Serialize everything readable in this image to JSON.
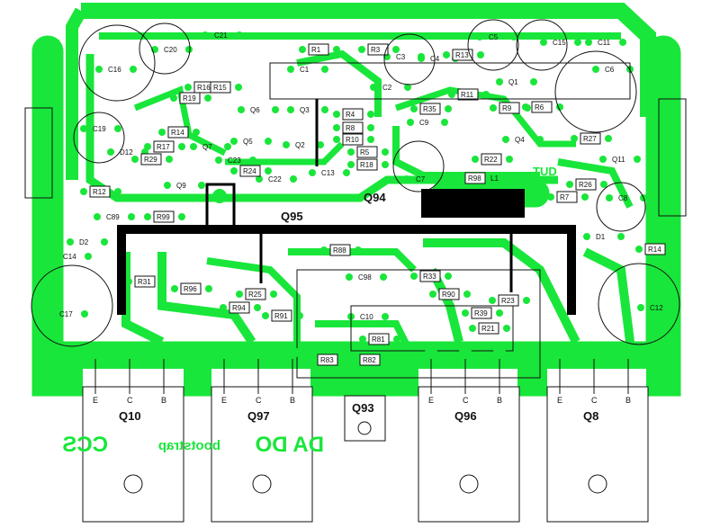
{
  "colors": {
    "copper": "#19e63a",
    "outline": "#111111",
    "jumper": "#000000",
    "background": "#ffffff"
  },
  "power_labels": {
    "minus": "-",
    "plus": "+"
  },
  "components": [
    "C16",
    "C20",
    "C21",
    "C1",
    "R1",
    "R3",
    "C3",
    "C4",
    "C2",
    "R13",
    "C5",
    "C15",
    "C11",
    "C6",
    "R16",
    "R15",
    "R19",
    "Q6",
    "Q3",
    "R4",
    "R8",
    "R10",
    "R5",
    "R18",
    "R35",
    "C9",
    "R11",
    "Q1",
    "R9",
    "R6",
    "Q4",
    "R22",
    "C7",
    "R27",
    "Q11",
    "R26",
    "C8",
    "R7",
    "R98",
    "L1",
    "C19",
    "D12",
    "R17",
    "R14",
    "R29",
    "Q7",
    "Q5",
    "Q2",
    "C23",
    "R24",
    "C22",
    "C13",
    "Q9",
    "R12",
    "C89",
    "R99",
    "D2",
    "C14",
    "D1",
    "R14",
    "C17",
    "C12",
    "R31",
    "R96",
    "R25",
    "R94",
    "R91",
    "R88",
    "C98",
    "C10",
    "R33",
    "R90",
    "R23",
    "R39",
    "R21",
    "R81",
    "R82",
    "R83"
  ],
  "pin_letters": {
    "c": "C",
    "b": "B",
    "e": "E"
  },
  "transistors": {
    "q94": "Q94",
    "q95": "Q95",
    "q93": "Q93"
  },
  "output_transistors": [
    {
      "name": "Q10",
      "pins": [
        "E",
        "C",
        "B"
      ]
    },
    {
      "name": "Q97",
      "pins": [
        "E",
        "C",
        "B"
      ]
    },
    {
      "name": "Q96",
      "pins": [
        "E",
        "C",
        "B"
      ]
    },
    {
      "name": "Q8",
      "pins": [
        "E",
        "C",
        "B"
      ]
    }
  ],
  "silkscreen": {
    "tud": "TUD",
    "ccs": "CCS",
    "bootstrap": "bootstrap",
    "dado": "DA DO"
  }
}
